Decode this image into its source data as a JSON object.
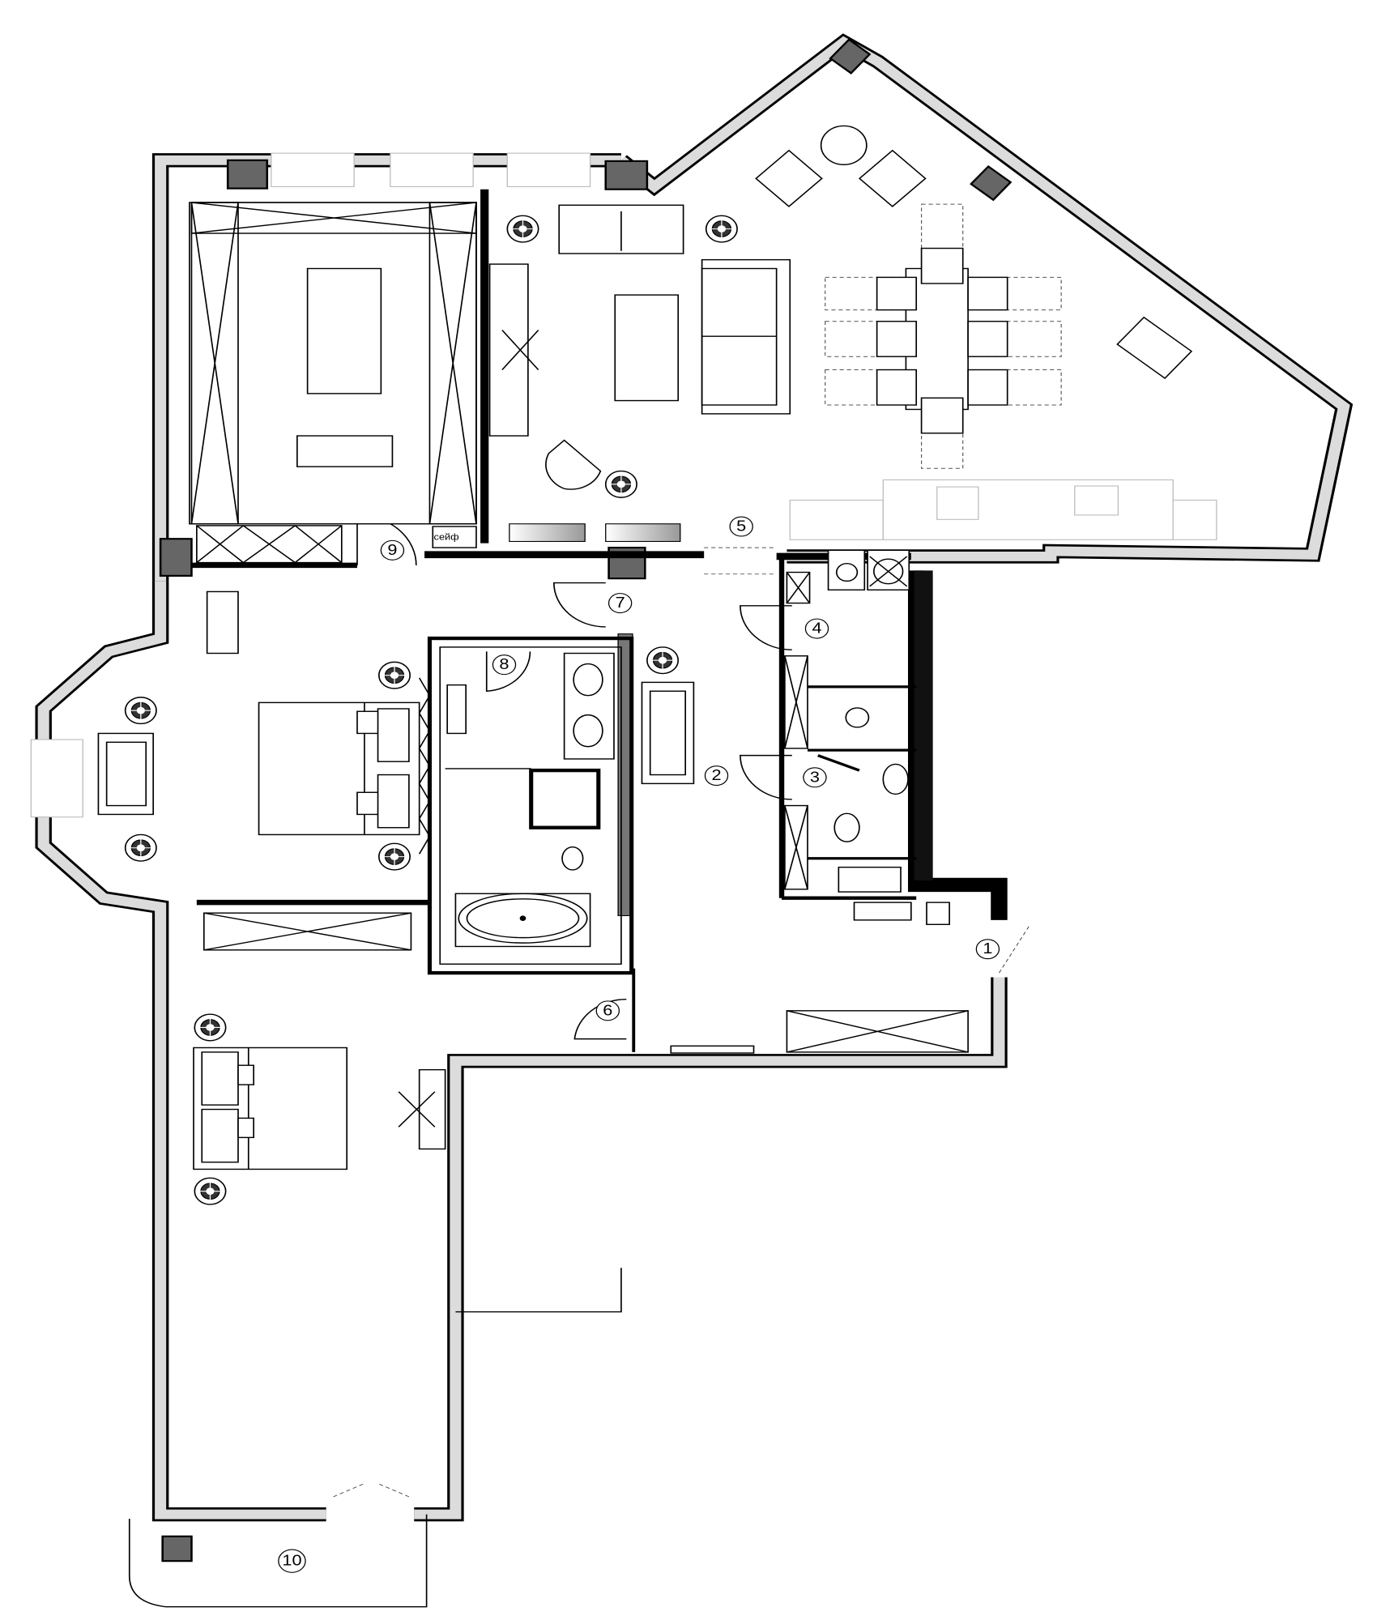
{
  "plan": {
    "room_labels": [
      "1",
      "2",
      "3",
      "4",
      "5",
      "6",
      "7",
      "8",
      "9",
      "10"
    ],
    "safe_label": "сейф"
  },
  "colors": {
    "wall_fill": "#dcdcdc",
    "wall_outline": "#000000",
    "column_fill": "#666666",
    "background": "#ffffff"
  }
}
